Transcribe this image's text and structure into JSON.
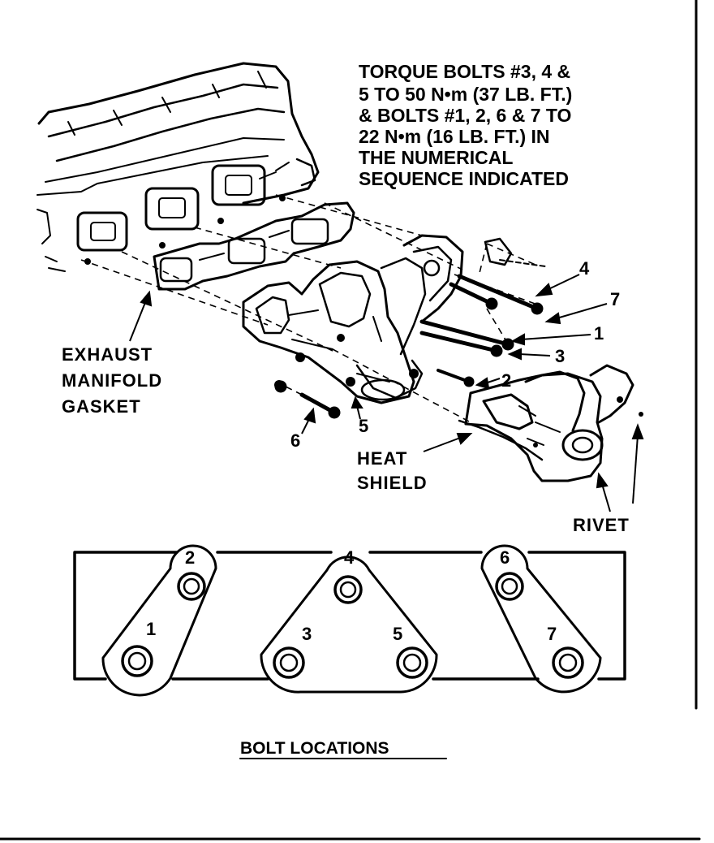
{
  "instruction": {
    "lines": [
      "TORQUE BOLTS #3, 4 &",
      "5 TO 50 N•m (37 LB. FT.)",
      "& BOLTS #1, 2, 6 & 7 TO",
      "22 N•m (16 LB. FT.) IN",
      "THE NUMERICAL",
      "SEQUENCE INDICATED"
    ]
  },
  "labels": {
    "gasket": [
      "EXHAUST",
      "MANIFOLD",
      "GASKET"
    ],
    "heat_shield": [
      "HEAT",
      "SHIELD"
    ],
    "rivet": "RIVET"
  },
  "bolt_callouts": [
    "4",
    "7",
    "1",
    "3",
    "2",
    "5",
    "6"
  ],
  "bolt_pattern": {
    "numbers": [
      "2",
      "1",
      "4",
      "3",
      "5",
      "6",
      "7"
    ]
  },
  "caption": "BOLT LOCATIONS",
  "colors": {
    "ink": "#000000",
    "paper": "#ffffff"
  }
}
